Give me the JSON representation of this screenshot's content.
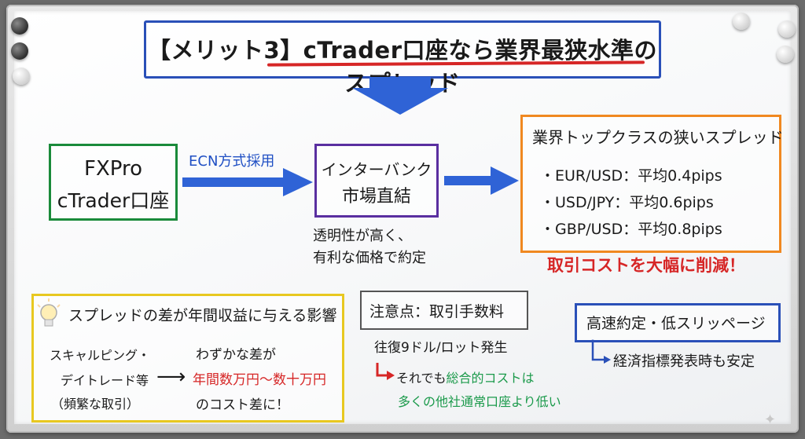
{
  "title": "【メリット3】cTrader口座なら業界最狭水準のスプレッド",
  "fxpro_box": {
    "line1": "FXPro",
    "line2": "cTrader口座"
  },
  "arrow1_label": "ECN方式採用",
  "center_box": {
    "line1": "インターバンク",
    "line2": "市場直結"
  },
  "center_note": {
    "line1": "透明性が高く、",
    "line2": "有利な価格で約定"
  },
  "right_box": {
    "heading": "業界トップクラスの狭いスプレッド",
    "items": [
      "・EUR/USD：平均0.4pips",
      "・USD/JPY：平均0.6pips",
      "・GBP/USD：平均0.8pips"
    ]
  },
  "cost_reduction": "取引コストを大幅に削減！",
  "effect_box": {
    "heading": "スプレッドの差が年間収益に与える影響",
    "left_lines": [
      "スキャルピング・",
      "デイトレード等",
      "（頻繁な取引）"
    ],
    "arrow": "⟶",
    "right_line1": "わずかな差が",
    "right_line2": "年間数万円～数十万円",
    "right_line3": "のコスト差に！"
  },
  "note_box": {
    "heading": "注意点：取引手数料",
    "line1": "往復9ドル/ロット発生",
    "line2_prefix": "それでも",
    "line2_highlight": "総合的コストは",
    "line3": "多くの他社通常口座より低い"
  },
  "fast_box": {
    "heading": "高速約定・低スリッページ",
    "sub": "経済指標発表時も安定"
  },
  "colors": {
    "blue": "#2a50b8",
    "red": "#d62626",
    "green": "#1b9a4b",
    "orange": "#f08820",
    "purple": "#5a2fa0",
    "yellow": "#e8c820"
  },
  "icons": {
    "lightbulb": "lightbulb-icon"
  }
}
